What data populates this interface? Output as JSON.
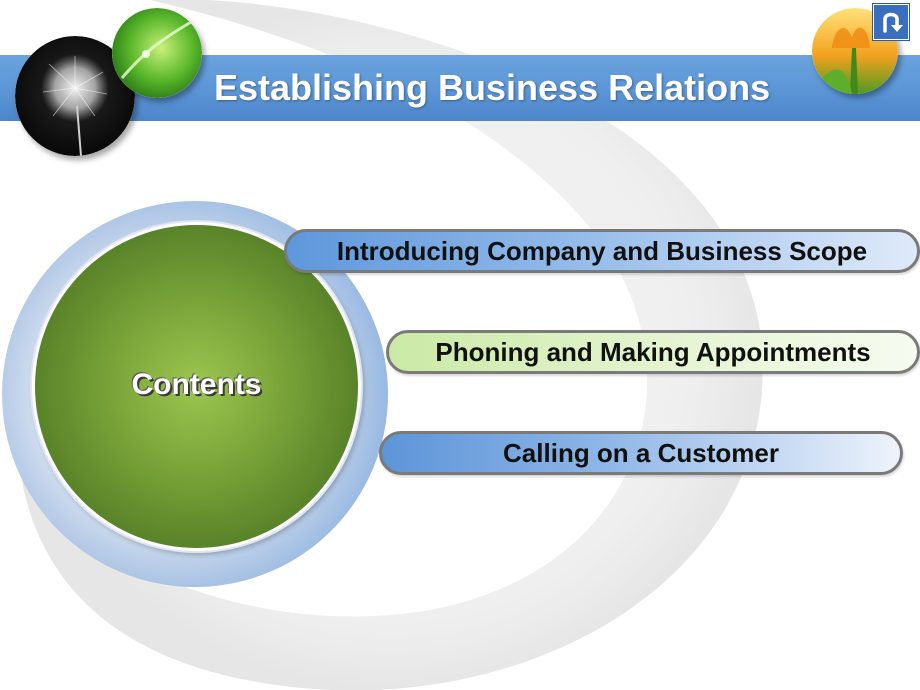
{
  "slide": {
    "title": "Establishing Business Relations",
    "contents_label": "Contents",
    "menu_items": [
      {
        "label": "Introducing Company and Business Scope"
      },
      {
        "label": "Phoning and Making Appointments"
      },
      {
        "label": "Calling on a Customer"
      }
    ],
    "return_icon": "u-turn-return-icon"
  },
  "colors": {
    "title_bar": "#5b95d6",
    "contents_circle": "#6a9430",
    "ring_blue": "#5d95d8",
    "pill_green": "#d4edb3",
    "pill_border": "#7a7a7a"
  }
}
